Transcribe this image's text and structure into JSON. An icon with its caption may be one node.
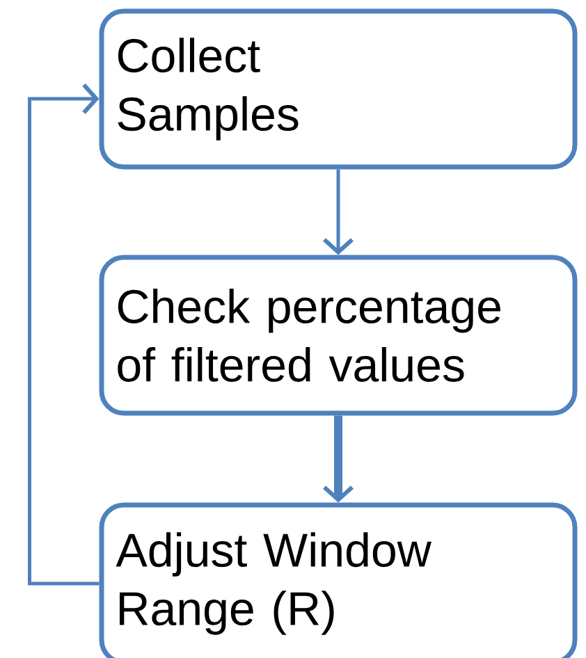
{
  "diagram": {
    "nodes": [
      {
        "text": [
          "Collect Samples"
        ]
      },
      {
        "text": [
          "Check percentage of filtered values"
        ]
      },
      {
        "text": [
          "Adjust Window Range (R)"
        ]
      }
    ],
    "edges": [
      {
        "from": 0,
        "to": 1,
        "arrow": "to"
      },
      {
        "from": 1,
        "to": 2,
        "arrow": "to",
        "style": "thick"
      },
      {
        "from": 2,
        "to": 0,
        "arrow": "to"
      }
    ]
  }
}
